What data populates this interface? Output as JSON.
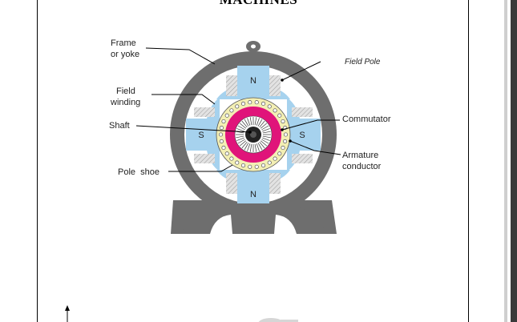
{
  "heading": "MACHINES",
  "labels": {
    "frame_line1": "Frame",
    "frame_line2": "or yoke",
    "field_winding_line1": "Field",
    "field_winding_line2": "winding",
    "shaft": "Shaft",
    "pole_shoe": "Pole  shoe",
    "field_pole": "Field Pole",
    "commutator": "Commutator",
    "armature_line1": "Armature",
    "armature_line2": "conductor"
  },
  "poles": {
    "top": "N",
    "bottom": "N",
    "left": "S",
    "right": "S"
  },
  "colors": {
    "frame": "#6e6e6e",
    "pole": "#a6d2ee",
    "winding": "#e0e0e0",
    "armature_ring": "#f3efb4",
    "commutator": "#e0147a",
    "shaft": "#222222"
  }
}
